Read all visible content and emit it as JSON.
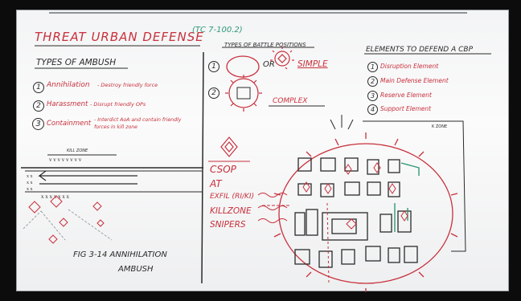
{
  "colors": {
    "board": "#f5f6f6",
    "frame": "#0c0c0c",
    "red_marker": "#c8303c",
    "black_marker": "#2a2a2a",
    "green_marker": "#2e9a73"
  },
  "board": {
    "title": "THREAT URBAN DEFENSE",
    "reference": "(TC 7-100.2)",
    "ambush": {
      "heading": "TYPES OF AMBUSH",
      "items": [
        {
          "num": "1",
          "name": "Annihilation",
          "desc": "- Destroy friendly force"
        },
        {
          "num": "2",
          "name": "Harassment",
          "desc": "- Disrupt friendly OPs"
        },
        {
          "num": "3",
          "name": "Containment",
          "desc": "- Interdict AoA and contain friendly forces in kill zone"
        }
      ],
      "kill_zone_label": "KILL ZONE",
      "figure_caption_line1": "FIG 3-14 ANNIHILATION",
      "figure_caption_line2": "AMBUSH"
    },
    "battle_positions": {
      "heading": "TYPES OF BATTLE POSITIONS",
      "item1_num": "1",
      "or_word": "OR",
      "simple_label": "SIMPLE",
      "item2_num": "2",
      "complex_label": "COMPLEX"
    },
    "cbp": {
      "heading": "ELEMENTS TO DEFEND A CBP",
      "items": [
        {
          "num": "1",
          "label": "Disruption Element"
        },
        {
          "num": "2",
          "label": "Main Defense Element"
        },
        {
          "num": "3",
          "label": "Reserve Element"
        },
        {
          "num": "4",
          "label": "Support Element"
        }
      ]
    },
    "threat_list": [
      "CSOP",
      "AT",
      "EXFIL (RI/KI)",
      "KILLZONE",
      "SNIPERS"
    ],
    "map": {
      "kill_zone_tag": "K ZONE"
    }
  }
}
